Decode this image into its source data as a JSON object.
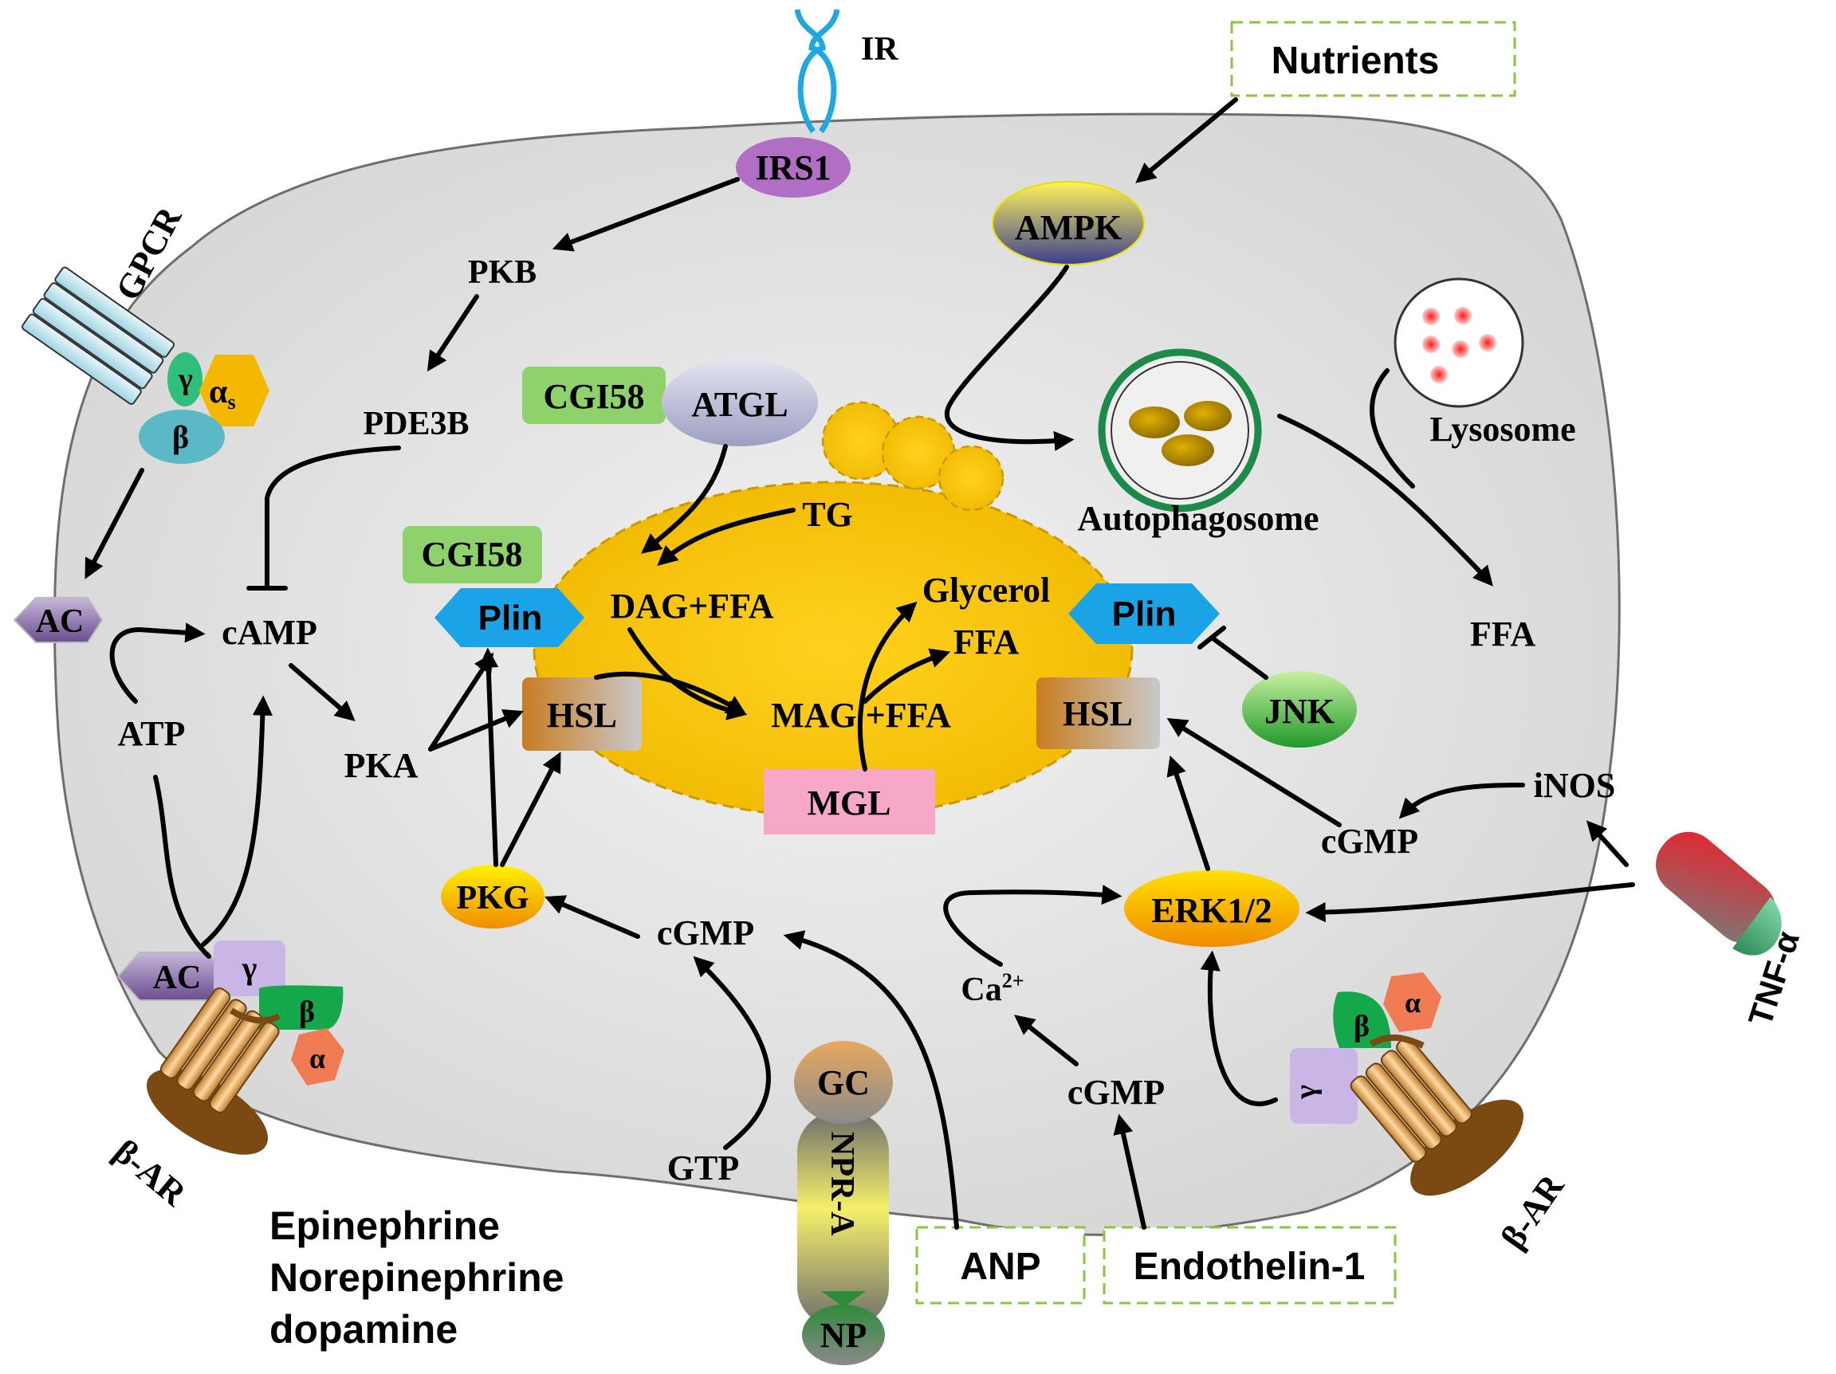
{
  "colors": {
    "cell_fill": "#e2e2e2",
    "cell_stroke": "#6e6e6e",
    "droplet": "#f5c400",
    "droplet_stroke": "#c99a00",
    "plin": "#1aa3e6",
    "cgi58": "#8fd16a",
    "mgl": "#f7a8c8",
    "hsl_left": "#c9852a",
    "hsl_right": "#b9b9b9",
    "irs1": "#b06fc4",
    "jnk": "#2ea836",
    "tnf": "#e8232b",
    "ir": "#1fa7e0",
    "dashed_box": "#8cc63f"
  },
  "labels": {
    "ir": "IR",
    "irs1": "IRS1",
    "nutrients": "Nutrients",
    "gpcr": "GPCR",
    "gamma": "γ",
    "beta": "β",
    "alpha_s": "α",
    "alpha_s_sub": "s",
    "alpha": "α",
    "pkb": "PKB",
    "pde3b": "PDE3B",
    "ampk": "AMPK",
    "cgi58_top": "CGI58",
    "atgl": "ATGL",
    "tg": "TG",
    "autophagosome": "Autophagosome",
    "lysosome": "Lysosome",
    "cgi58_left": "CGI58",
    "ac_left": "AC",
    "camp": "cAMP",
    "plin_left": "Plin",
    "dag_ffa": "DAG+FFA",
    "glycerol": "Glycerol",
    "ffa_droplet": "FFA",
    "plin_right": "Plin",
    "ffa_right": "FFA",
    "atp": "ATP",
    "pka": "PKA",
    "hsl_left": "HSL",
    "mag_ffa": "MAG +FFA",
    "hsl_right": "HSL",
    "jnk": "JNK",
    "mgl": "MGL",
    "inos": "iNOS",
    "cgmp_right": "cGMP",
    "pkg": "PKG",
    "cgmp_center": "cGMP",
    "erk": "ERK1/2",
    "tnf": "TNF-α",
    "ac_bottom": "AC",
    "ca2": "Ca",
    "ca2_sup": "2+",
    "cgmp_low": "cGMP",
    "gc": "GC",
    "npra": "NPR-A",
    "np": "NP",
    "gtp": "GTP",
    "anp": "ANP",
    "endothelin": "Endothelin-1",
    "bar_left": "β-AR",
    "bar_right": "β-AR",
    "hormones": [
      "Epinephrine",
      "Norepinephrine",
      "dopamine"
    ]
  }
}
